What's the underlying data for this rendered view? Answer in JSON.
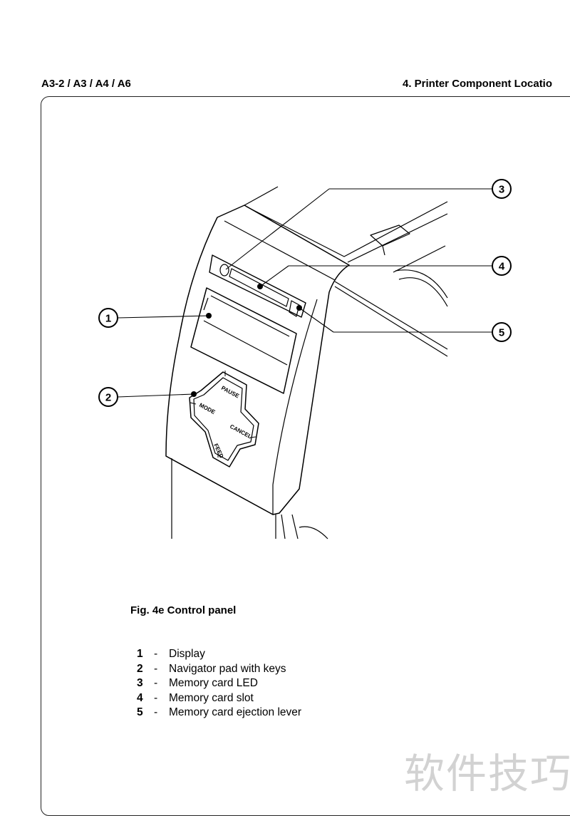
{
  "header": {
    "left": "A3-2 / A3 / A4 / A6",
    "right": "4. Printer Component Locatio"
  },
  "figure": {
    "caption": "Fig.  4e  Control panel",
    "callouts": [
      "1",
      "2",
      "3",
      "4",
      "5"
    ],
    "keys": {
      "pause": "PAUSE",
      "mode": "MODE",
      "cancel": "CANCEL",
      "feed": "FEED"
    }
  },
  "legend": [
    {
      "num": "1",
      "label": "Display"
    },
    {
      "num": "2",
      "label": "Navigator pad with keys"
    },
    {
      "num": "3",
      "label": "Memory card LED"
    },
    {
      "num": "4",
      "label": "Memory card slot"
    },
    {
      "num": "5",
      "label": "Memory card ejection lever"
    }
  ],
  "watermark": "软件技巧"
}
